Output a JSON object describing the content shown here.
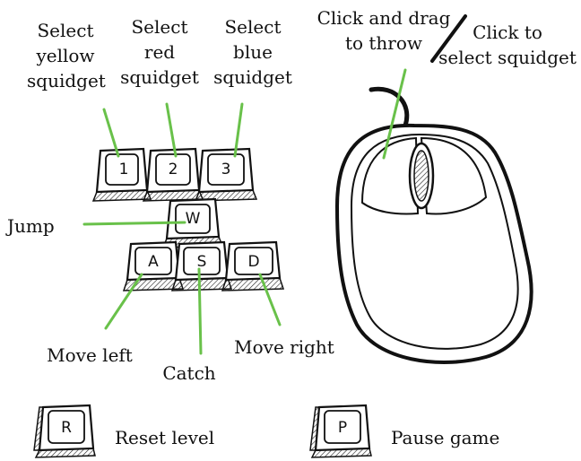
{
  "labels": {
    "yellow": [
      "Select",
      "yellow",
      "squidget"
    ],
    "red": [
      "Select",
      "red",
      "squidget"
    ],
    "blue": [
      "Select",
      "blue",
      "squidget"
    ],
    "jump": "Jump",
    "move_left": "Move left",
    "catch": "Catch",
    "move_right": "Move right",
    "click_drag": [
      "Click and drag",
      "to throw"
    ],
    "click_select": [
      "Click to",
      "select squidget"
    ],
    "reset": "Reset level",
    "pause": "Pause game"
  },
  "keys": {
    "k1": "1",
    "k2": "2",
    "k3": "3",
    "w": "W",
    "a": "A",
    "s": "S",
    "d": "D",
    "r": "R",
    "p": "P"
  },
  "colors": {
    "leader": "#69c14a",
    "ink": "#111111"
  }
}
